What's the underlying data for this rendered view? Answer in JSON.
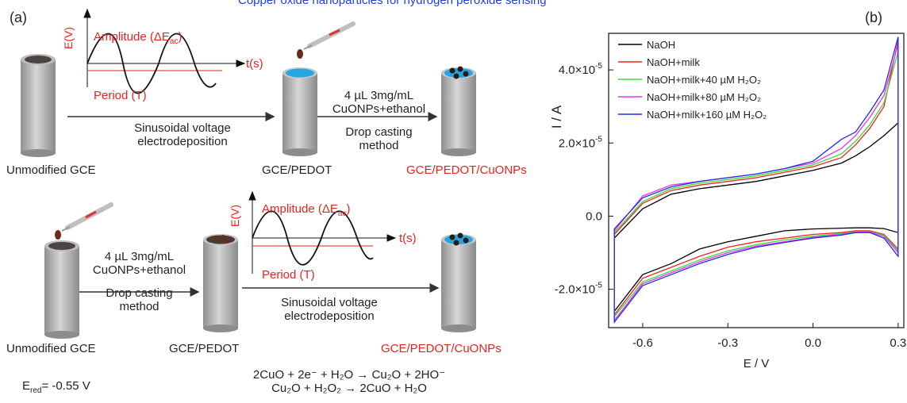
{
  "title": "Copper oxide nanoparticles for hydrogen peroxide sensing",
  "panel_a": {
    "label": "(a)",
    "row1": {
      "start_label": "Unmodified GCE",
      "wave": {
        "amplitude": "Amplitude (ΔE",
        "amplitude_sub": "ac",
        "period": "Period (T)",
        "x_axis": "t(s)",
        "y_axis": "E(V)"
      },
      "step1": {
        "line1": "Sinusoidal voltage",
        "line2": "electrodeposition"
      },
      "middle_label": "GCE/PEDOT",
      "step2": {
        "line1": "4 µL 3mg/mL",
        "line2": "CuONPs+ethanol",
        "line3": "Drop casting",
        "line4": "method"
      },
      "end_label": "GCE/PEDOT/CuONPs"
    },
    "row2": {
      "start_label": "Unmodified GCE",
      "step1": {
        "line1": "4 µL 3mg/mL",
        "line2": "CuONPs+ethanol",
        "line3": "Drop casting",
        "line4": "method"
      },
      "middle_label": "GCE/PEDOT",
      "wave": {
        "amplitude": "Amplitude (ΔE",
        "amplitude_sub": "ac",
        "period": "Period (T)",
        "x_axis": "t(s)",
        "y_axis": "E(V)"
      },
      "step2": {
        "line1": "Sinusoidal voltage",
        "line2": "electrodeposition"
      },
      "end_label": "GCE/PEDOT/CuONPs"
    },
    "e_red": {
      "symbol": "E",
      "sub": "red",
      "value": "= -0.55 V"
    },
    "reactions": [
      "2CuO + 2e⁻ + H₂O → Cu₂O + 2HO⁻",
      "Cu₂O + H₂O₂ → 2CuO + H₂O"
    ]
  },
  "panel_b": {
    "label": "(b)",
    "chart_data": {
      "type": "line",
      "xlabel": "E / V",
      "ylabel": "I / A",
      "xlim": [
        -0.72,
        0.32
      ],
      "ylim": [
        -3.05e-05,
        5e-05
      ],
      "x_ticks": [
        "-0.6",
        "-0.3",
        "0.0",
        "0.3"
      ],
      "x_tick_values": [
        -0.6,
        -0.3,
        0.0,
        0.3
      ],
      "y_ticks": [
        {
          "value": 4e-05,
          "base": "4.0×10",
          "exp": "-5"
        },
        {
          "value": 2e-05,
          "base": "2.0×10",
          "exp": "-5"
        },
        {
          "value": 0.0,
          "base": "0.0",
          "exp": ""
        },
        {
          "value": -2e-05,
          "base": "-2.0×10",
          "exp": "-5"
        }
      ],
      "legend_position": "top-left",
      "x": [
        -0.7,
        -0.6,
        -0.5,
        -0.4,
        -0.3,
        -0.2,
        -0.1,
        0.0,
        0.1,
        0.15,
        0.2,
        0.25,
        0.3
      ],
      "series": [
        {
          "name": "NaOH",
          "color": "#000000",
          "forward": [
            -6e-06,
            2e-06,
            6e-06,
            7.5e-06,
            8.5e-06,
            9.5e-06,
            1.1e-05,
            1.25e-05,
            1.45e-05,
            1.65e-05,
            1.9e-05,
            2.2e-05,
            2.55e-05
          ],
          "reverse": [
            -2.6e-05,
            -1.6e-05,
            -1.3e-05,
            -9e-06,
            -7e-06,
            -5.5e-06,
            -4e-06,
            -3.5e-06,
            -3.3e-06,
            -3.2e-06,
            -3.2e-06,
            -3.4e-06,
            -4.5e-06
          ]
        },
        {
          "name": "NaOH+milk",
          "color": "#ee2222",
          "forward": [
            -5e-06,
            3.5e-06,
            7e-06,
            8.5e-06,
            9.5e-06,
            1.05e-05,
            1.2e-05,
            1.35e-05,
            1.6e-05,
            1.95e-05,
            2.4e-05,
            3e-05,
            4.8e-05
          ],
          "reverse": [
            -2.7e-05,
            -1.7e-05,
            -1.4e-05,
            -1.1e-05,
            -8.5e-06,
            -7e-06,
            -6e-06,
            -5e-06,
            -4.5e-06,
            -4e-06,
            -4e-06,
            -5e-06,
            -9e-06
          ]
        },
        {
          "name": "NaOH+milk+40 µM H₂O₂",
          "color": "#33dd33",
          "forward": [
            -4.5e-06,
            4e-06,
            7.5e-06,
            9e-06,
            1e-05,
            1.1e-05,
            1.25e-05,
            1.4e-05,
            1.7e-05,
            2.05e-05,
            2.5e-05,
            3.1e-05,
            4.5e-05
          ],
          "reverse": [
            -2.75e-05,
            -1.8e-05,
            -1.5e-05,
            -1.2e-05,
            -9.5e-06,
            -7.8e-06,
            -6.5e-06,
            -5.5e-06,
            -4.8e-06,
            -4.2e-06,
            -4.2e-06,
            -5.2e-06,
            -9.5e-06
          ]
        },
        {
          "name": "NaOH+milk+80 µM H₂O₂",
          "color": "#ee33ee",
          "forward": [
            -4e-06,
            5.5e-06,
            8.5e-06,
            9.5e-06,
            1.05e-05,
            1.15e-05,
            1.3e-05,
            1.45e-05,
            1.85e-05,
            2.2e-05,
            2.7e-05,
            3.3e-05,
            4.7e-05
          ],
          "reverse": [
            -2.85e-05,
            -1.85e-05,
            -1.55e-05,
            -1.25e-05,
            -1e-05,
            -8.2e-06,
            -7e-06,
            -5.8e-06,
            -5e-06,
            -4.4e-06,
            -4.3e-06,
            -5.5e-06,
            -1e-05
          ]
        },
        {
          "name": "NaOH+milk+160 µM H₂O₂",
          "color": "#1f2de0",
          "forward": [
            -3.5e-06,
            5e-06,
            8e-06,
            9.5e-06,
            1.05e-05,
            1.15e-05,
            1.3e-05,
            1.5e-05,
            2.1e-05,
            2.3e-05,
            2.85e-05,
            3.45e-05,
            4.9e-05
          ],
          "reverse": [
            -2.9e-05,
            -1.9e-05,
            -1.6e-05,
            -1.3e-05,
            -1.05e-05,
            -8.5e-06,
            -7.2e-06,
            -6e-06,
            -5.2e-06,
            -4.5e-06,
            -4.5e-06,
            -6e-06,
            -1.1e-05
          ]
        }
      ]
    }
  }
}
